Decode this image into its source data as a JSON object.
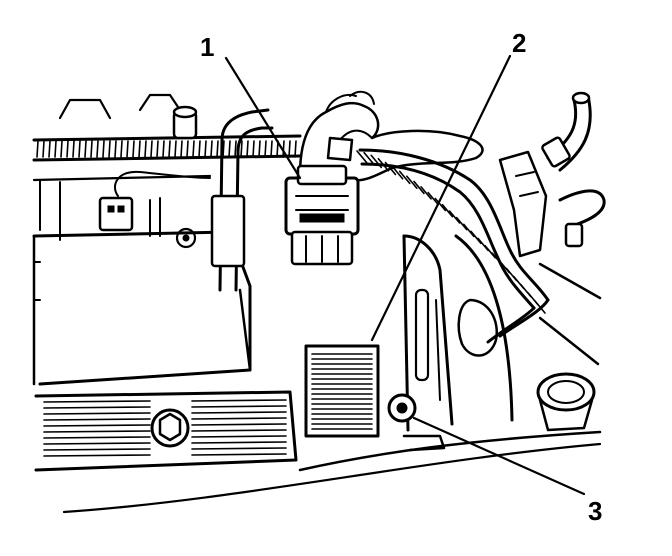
{
  "callouts": {
    "c1": {
      "label": "1"
    },
    "c2": {
      "label": "2"
    },
    "c3": {
      "label": "3"
    }
  },
  "colors": {
    "ink": "#000000",
    "paper": "#ffffff"
  }
}
